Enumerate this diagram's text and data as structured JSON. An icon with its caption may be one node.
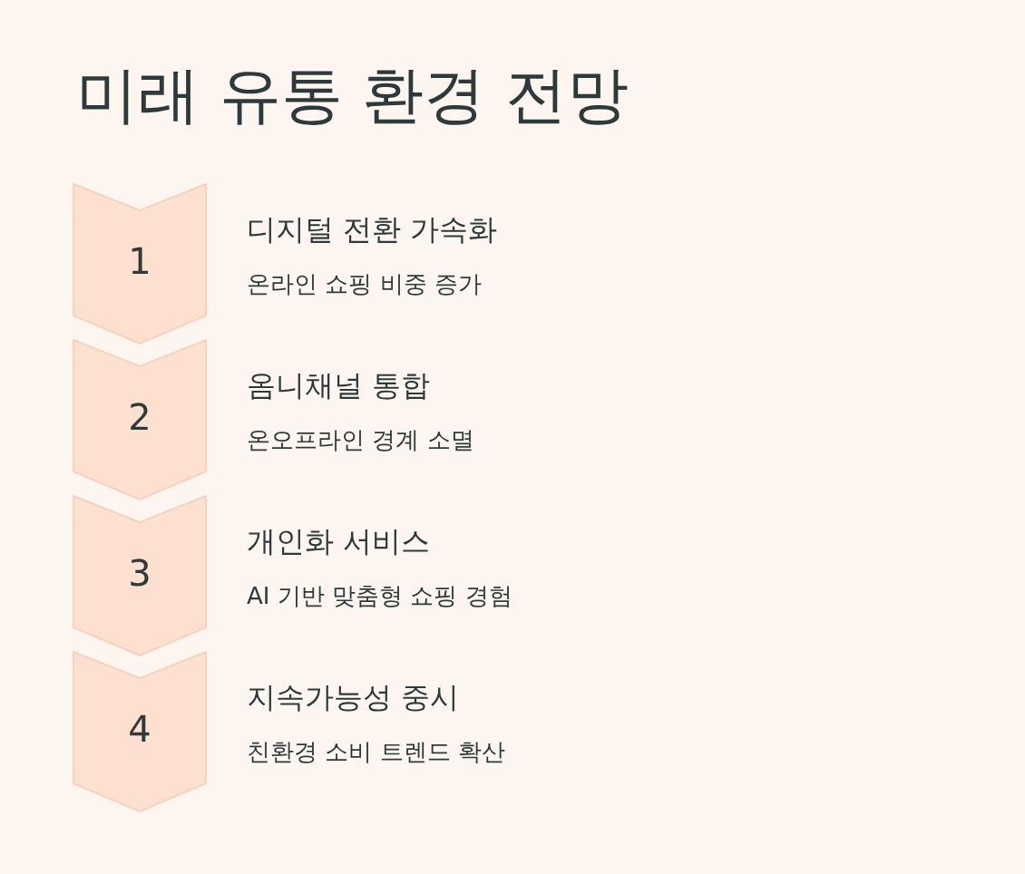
{
  "diagram": {
    "title": "미래 유통 환경 전망",
    "nodes": [
      {
        "text": [
          "1"
        ],
        "beside": [
          "디지털 전환 가속화",
          "온라인 쇼핑 비중 증가"
        ]
      },
      {
        "text": [
          "2"
        ],
        "beside": [
          "옴니채널 통합",
          "온오프라인 경계 소멸"
        ]
      },
      {
        "text": [
          "3"
        ],
        "beside": [
          "개인화 서비스",
          "AI 기반 맞춤형 쇼핑 경험"
        ]
      },
      {
        "text": [
          "4"
        ],
        "beside": [
          "지속가능성 중시",
          "친환경 소비 트렌드 확산"
        ]
      }
    ]
  }
}
